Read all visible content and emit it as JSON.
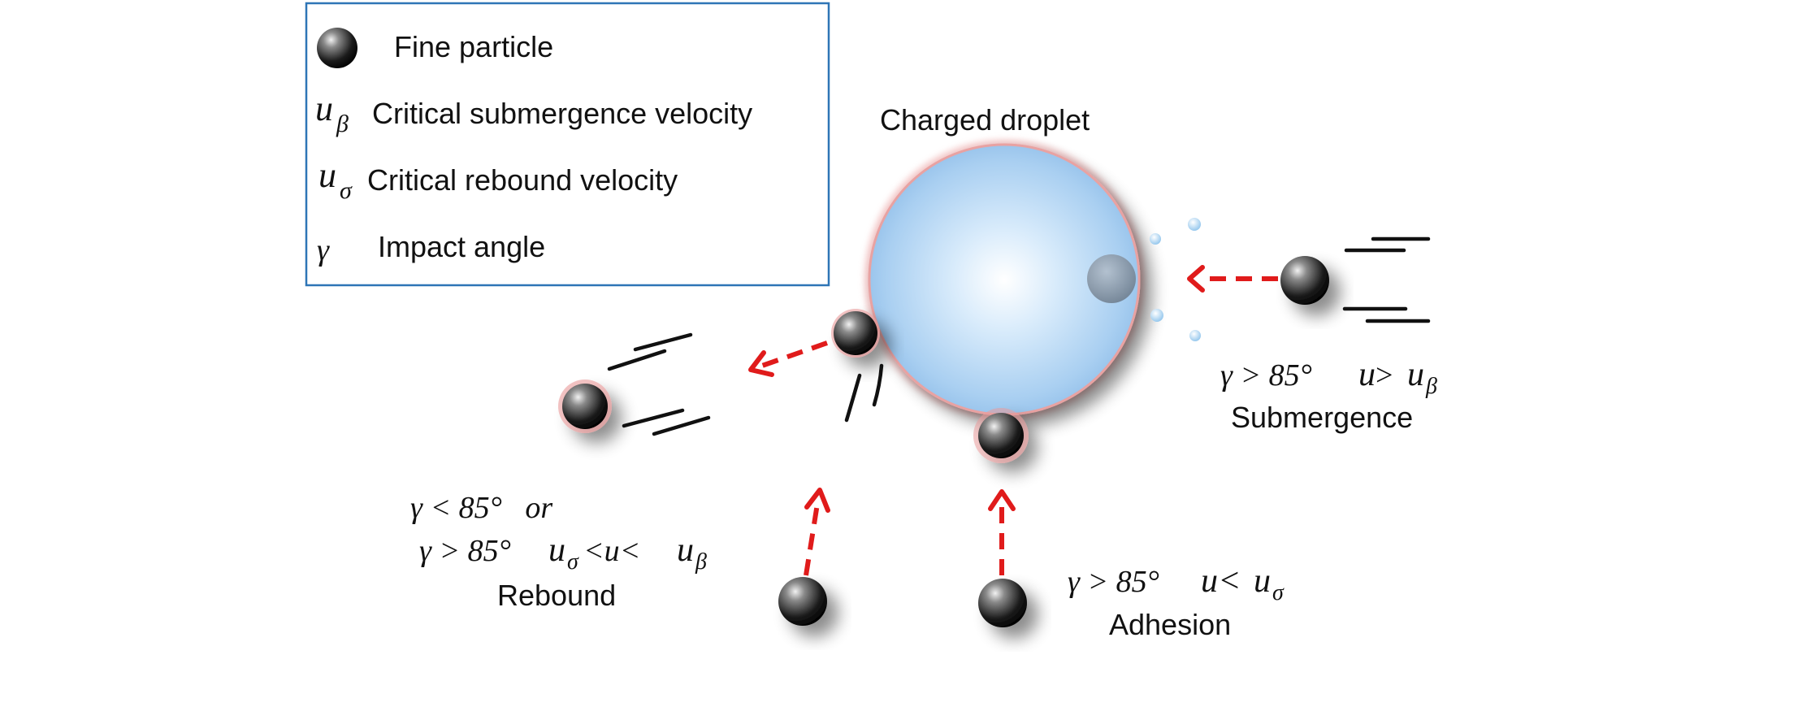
{
  "legend": {
    "fine_particle": "Fine particle",
    "u_beta_symbol": "u",
    "u_beta_sub": "β",
    "u_beta_label": "Critical submergence velocity",
    "u_sigma_symbol": "u",
    "u_sigma_sub": "σ",
    "u_sigma_label": "Critical rebound velocity",
    "gamma_symbol": "γ",
    "gamma_label": "Impact angle"
  },
  "droplet": {
    "label": "Charged droplet"
  },
  "submergence": {
    "condition_angle": "γ > 85°",
    "condition_u": "u",
    "condition_op": " >",
    "condition_ub": "u",
    "condition_ub_sub": "β",
    "label": "Submergence"
  },
  "rebound": {
    "line1": "γ < 85°   or",
    "line2_angle": "γ > 85°",
    "line2_u1": "u",
    "line2_u1_sub": "σ",
    "line2_mid": "<u<",
    "line2_u2": "u",
    "line2_u2_sub": "β",
    "label": "Rebound"
  },
  "adhesion": {
    "condition_angle": "γ > 85°",
    "condition_u": "u<",
    "condition_us": "u",
    "condition_us_sub": "σ",
    "label": "Adhesion"
  },
  "colors": {
    "arrow": "#e01b1b",
    "legend_border": "#2e75b6",
    "droplet_fill": "#b9d9f5",
    "droplet_edge": "#e99a9a"
  }
}
